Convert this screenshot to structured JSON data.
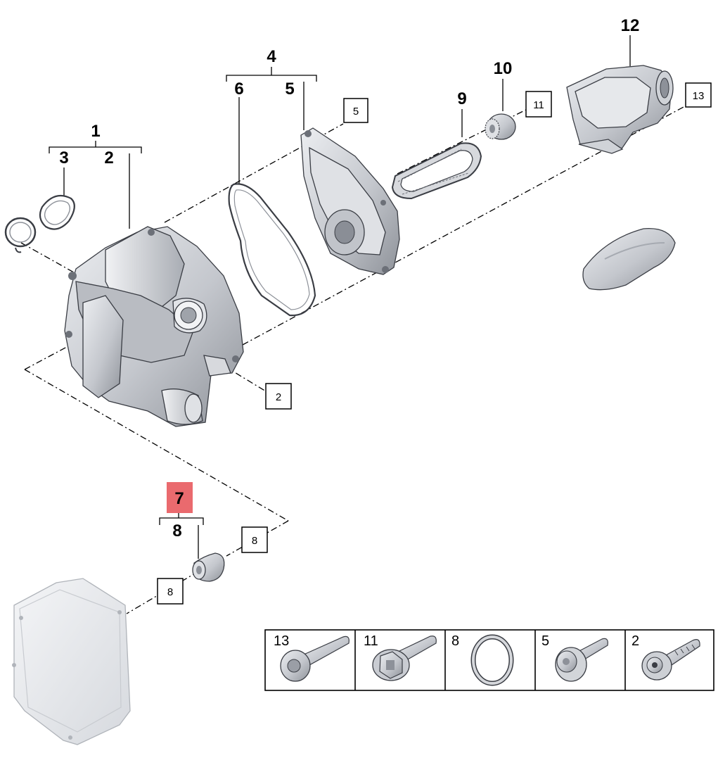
{
  "callouts": {
    "n1": "1",
    "n2": "2",
    "n3": "3",
    "n4": "4",
    "n5": "5",
    "n6": "6",
    "n7": "7",
    "n8": "8",
    "n9": "9",
    "n10": "10",
    "n12": "12"
  },
  "boxed_refs": {
    "b5": "5",
    "b11": "11",
    "b13": "13",
    "b2": "2",
    "b8a": "8",
    "b8b": "8"
  },
  "legend": [
    {
      "label": "13",
      "icon": "torx-bolt-icon"
    },
    {
      "label": "11",
      "icon": "hex-flange-bolt-icon"
    },
    {
      "label": "8",
      "icon": "o-ring-icon"
    },
    {
      "label": "5",
      "icon": "flange-bolt-icon"
    },
    {
      "label": "2",
      "icon": "torx-screw-icon"
    }
  ],
  "colors": {
    "highlight": "#ea6a6e",
    "part_fill": "#c9ccd2",
    "part_dark": "#8d9199",
    "part_light": "#e9ebee"
  }
}
